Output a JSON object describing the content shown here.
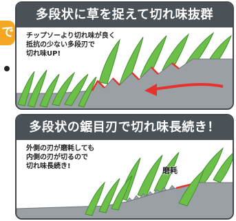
{
  "left_badge": {
    "text": "で"
  },
  "panels": [
    {
      "title": "多段状に草を捉えて切れ味抜群",
      "caption": "チップソーより切れ味が良く\n抵抗の少ない多段刃で\n切れ味UP!"
    },
    {
      "title": "多段状の鋸目刃で切れ味長続き！",
      "caption": "外側の刃が磨耗しても\n内側の刃が切るので\n切れ味長続き!",
      "wear_label": "磨耗"
    }
  ],
  "colors": {
    "header_bg": "#4a5258",
    "grass_green": "#6cc04a",
    "grass_dark": "#3f8f2b",
    "blade_gray": "#9aa0a4",
    "blade_edge_red": "#e5322d",
    "arrow_red": "#e5322d",
    "badge_orange": "#f5a623"
  }
}
